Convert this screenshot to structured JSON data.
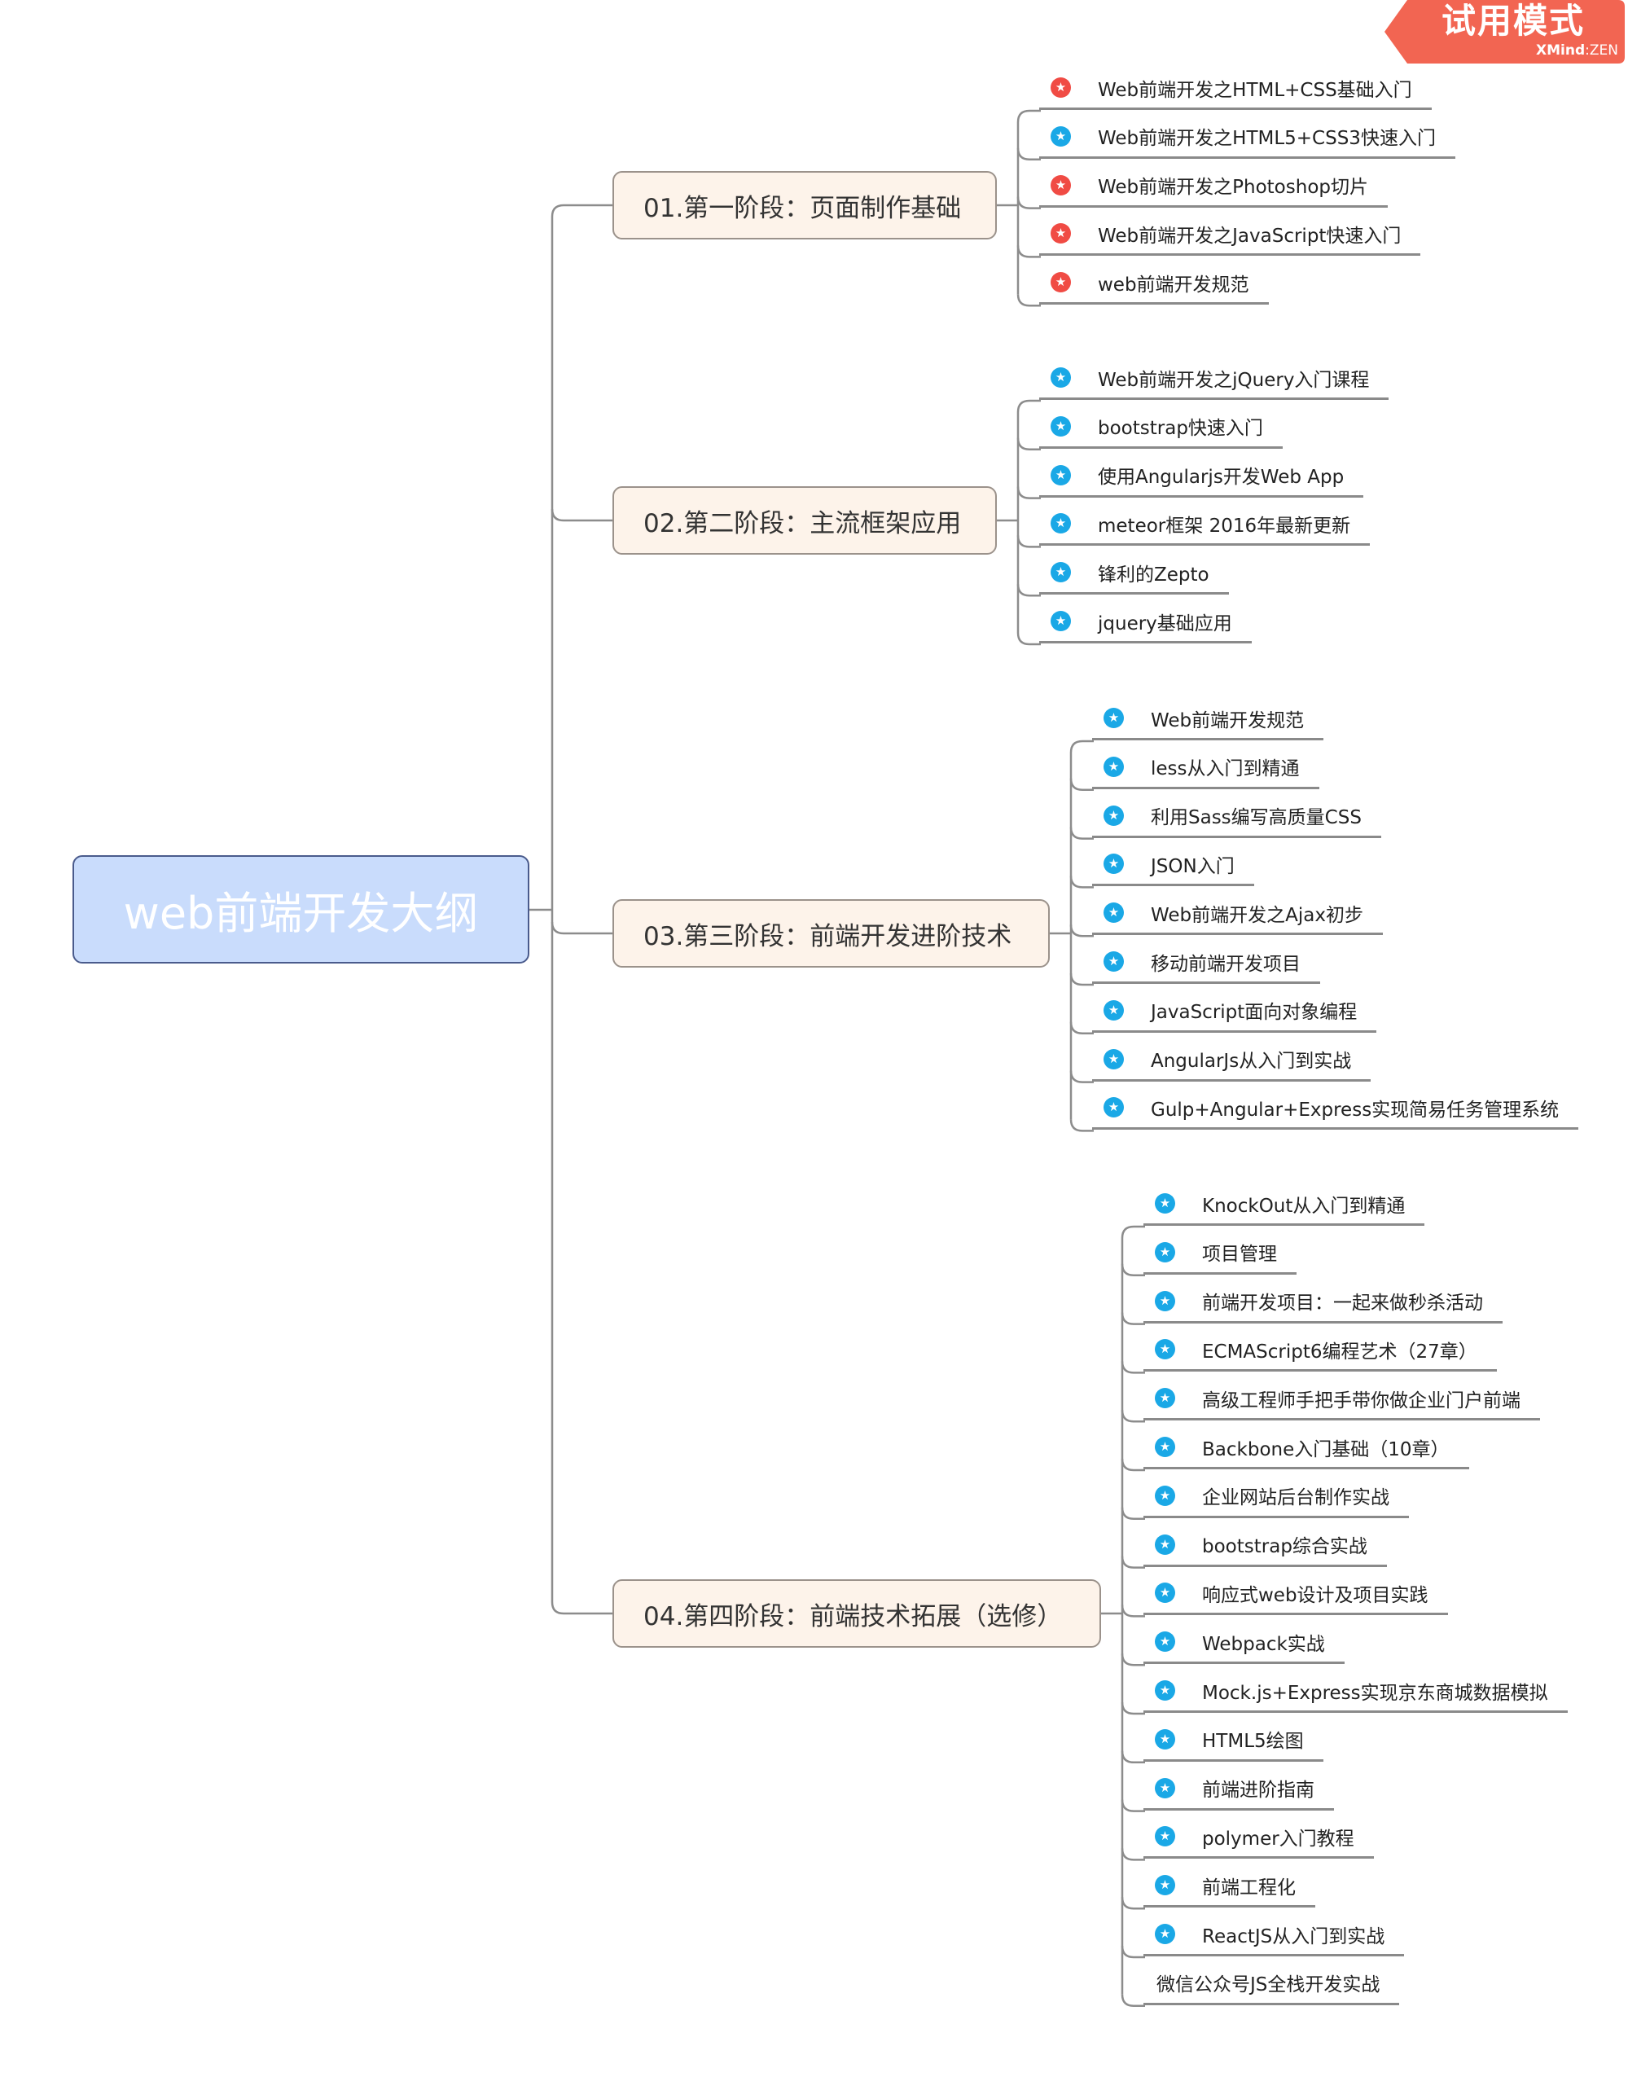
{
  "root": {
    "label": "web前端开发大纲"
  },
  "colors": {
    "red_star": "#f04b44",
    "blue_star": "#1aa8e6",
    "watermark": "#f26552",
    "root_fill": "#c9dcfc",
    "stage_fill": "#fdf3ea"
  },
  "watermark": {
    "title": "试用模式",
    "brand": "XMind",
    "edition": ":ZEN"
  },
  "stages": [
    {
      "label": "01.第一阶段：页面制作基础",
      "items": [
        {
          "text": "Web前端开发之HTML+CSS基础入门",
          "icon": "red"
        },
        {
          "text": "Web前端开发之HTML5+CSS3快速入门",
          "icon": "blue"
        },
        {
          "text": "Web前端开发之Photoshop切片",
          "icon": "red"
        },
        {
          "text": "Web前端开发之JavaScript快速入门",
          "icon": "red"
        },
        {
          "text": "web前端开发规范",
          "icon": "red"
        }
      ]
    },
    {
      "label": "02.第二阶段：主流框架应用",
      "items": [
        {
          "text": "Web前端开发之jQuery入门课程",
          "icon": "blue"
        },
        {
          "text": "bootstrap快速入门",
          "icon": "blue"
        },
        {
          "text": "使用Angularjs开发Web App",
          "icon": "blue"
        },
        {
          "text": "meteor框架  2016年最新更新",
          "icon": "blue"
        },
        {
          "text": "锋利的Zepto",
          "icon": "blue"
        },
        {
          "text": "jquery基础应用",
          "icon": "blue"
        }
      ]
    },
    {
      "label": "03.第三阶段：前端开发进阶技术",
      "items": [
        {
          "text": "Web前端开发规范",
          "icon": "blue"
        },
        {
          "text": "less从入门到精通",
          "icon": "blue"
        },
        {
          "text": "利用Sass编写高质量CSS",
          "icon": "blue"
        },
        {
          "text": "JSON入门",
          "icon": "blue"
        },
        {
          "text": "Web前端开发之Ajax初步",
          "icon": "blue"
        },
        {
          "text": "移动前端开发项目",
          "icon": "blue"
        },
        {
          "text": "JavaScript面向对象编程",
          "icon": "blue"
        },
        {
          "text": "AngularJs从入门到实战",
          "icon": "blue"
        },
        {
          "text": "Gulp+Angular+Express实现简易任务管理系统",
          "icon": "blue"
        }
      ]
    },
    {
      "label": "04.第四阶段：前端技术拓展（选修）",
      "items": [
        {
          "text": "KnockOut从入门到精通",
          "icon": "blue"
        },
        {
          "text": "项目管理",
          "icon": "blue"
        },
        {
          "text": "前端开发项目：一起来做秒杀活动",
          "icon": "blue"
        },
        {
          "text": "ECMAScript6编程艺术（27章）",
          "icon": "blue"
        },
        {
          "text": "高级工程师手把手带你做企业门户前端",
          "icon": "blue"
        },
        {
          "text": "Backbone入门基础（10章）",
          "icon": "blue"
        },
        {
          "text": "企业网站后台制作实战",
          "icon": "blue"
        },
        {
          "text": "bootstrap综合实战",
          "icon": "blue"
        },
        {
          "text": "响应式web设计及项目实践",
          "icon": "blue"
        },
        {
          "text": "Webpack实战",
          "icon": "blue"
        },
        {
          "text": "Mock.js+Express实现京东商城数据模拟",
          "icon": "blue"
        },
        {
          "text": "HTML5绘图",
          "icon": "blue"
        },
        {
          "text": "前端进阶指南",
          "icon": "blue"
        },
        {
          "text": "polymer入门教程",
          "icon": "blue"
        },
        {
          "text": "前端工程化",
          "icon": "blue"
        },
        {
          "text": "ReactJS从入门到实战",
          "icon": "blue"
        },
        {
          "text": "微信公众号JS全栈开发实战",
          "icon": "none"
        }
      ]
    }
  ]
}
